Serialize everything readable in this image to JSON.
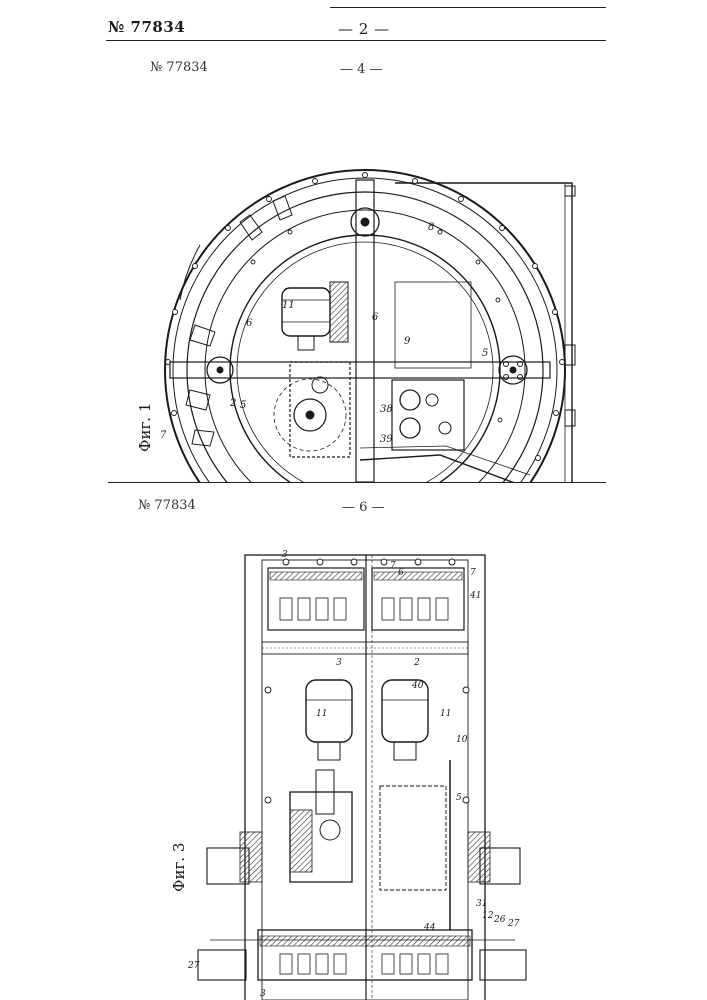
{
  "page": {
    "patent_number": "№ 77834",
    "page_label": "— 2 —"
  },
  "sheet_top": {
    "patent_number": "№ 77834",
    "page_label": "— 4 —",
    "figure_label": "Фиг. 1",
    "callouts": [
      "11",
      "6",
      "5",
      "2",
      "7",
      "8",
      "9",
      "6",
      "5",
      "38",
      "39"
    ]
  },
  "sheet_bottom": {
    "patent_number": "№ 77834",
    "page_label": "— 6 —",
    "figure_label": "Фиг. 3",
    "callouts": [
      "3",
      "7",
      "6",
      "7",
      "41",
      "3",
      "2",
      "40",
      "11",
      "11",
      "10",
      "5",
      "44",
      "31",
      "12",
      "26",
      "27",
      "27",
      "3"
    ]
  }
}
